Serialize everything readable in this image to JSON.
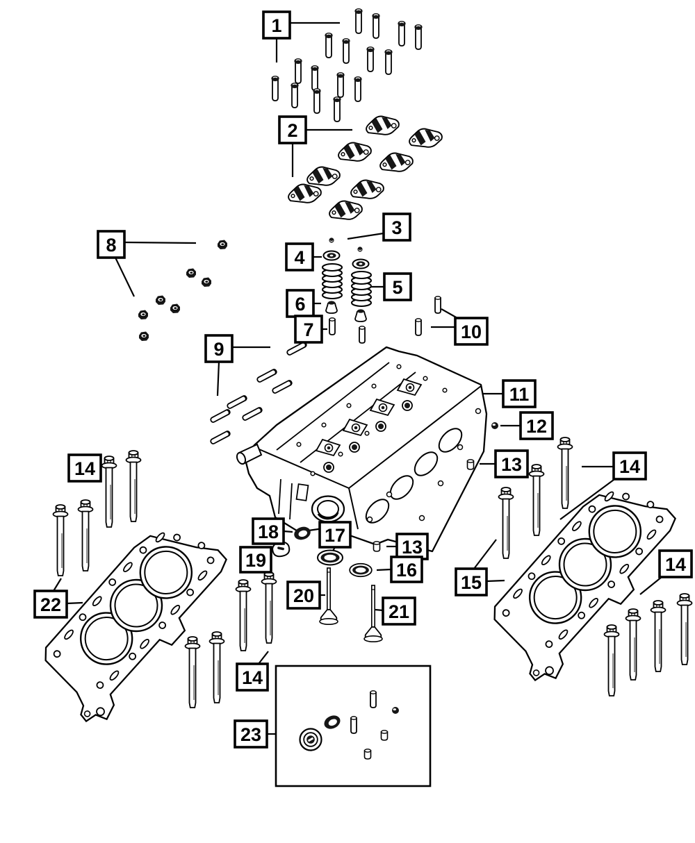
{
  "diagram": {
    "kind": "exploded-parts-diagram",
    "subject": "engine cylinder head assembly"
  },
  "colors": {
    "line": "#000000",
    "background": "#ffffff",
    "part_fill": "#ffffff",
    "dark_fill": "#161616"
  },
  "callouts": {
    "c1": {
      "label": "1"
    },
    "c2": {
      "label": "2"
    },
    "c3": {
      "label": "3"
    },
    "c4": {
      "label": "4"
    },
    "c5": {
      "label": "5"
    },
    "c6": {
      "label": "6"
    },
    "c7": {
      "label": "7"
    },
    "c8": {
      "label": "8"
    },
    "c9": {
      "label": "9"
    },
    "c10": {
      "label": "10"
    },
    "c11": {
      "label": "11"
    },
    "c12": {
      "label": "12"
    },
    "c13a": {
      "label": "13"
    },
    "c13b": {
      "label": "13"
    },
    "c14_left": {
      "label": "14"
    },
    "c14_right": {
      "label": "14"
    },
    "c14_mid": {
      "label": "14"
    },
    "c14_br": {
      "label": "14"
    },
    "c15": {
      "label": "15"
    },
    "c16": {
      "label": "16"
    },
    "c17": {
      "label": "17"
    },
    "c18": {
      "label": "18"
    },
    "c19": {
      "label": "19"
    },
    "c20": {
      "label": "20"
    },
    "c21": {
      "label": "21"
    },
    "c22": {
      "label": "22"
    },
    "c23": {
      "label": "23"
    }
  }
}
